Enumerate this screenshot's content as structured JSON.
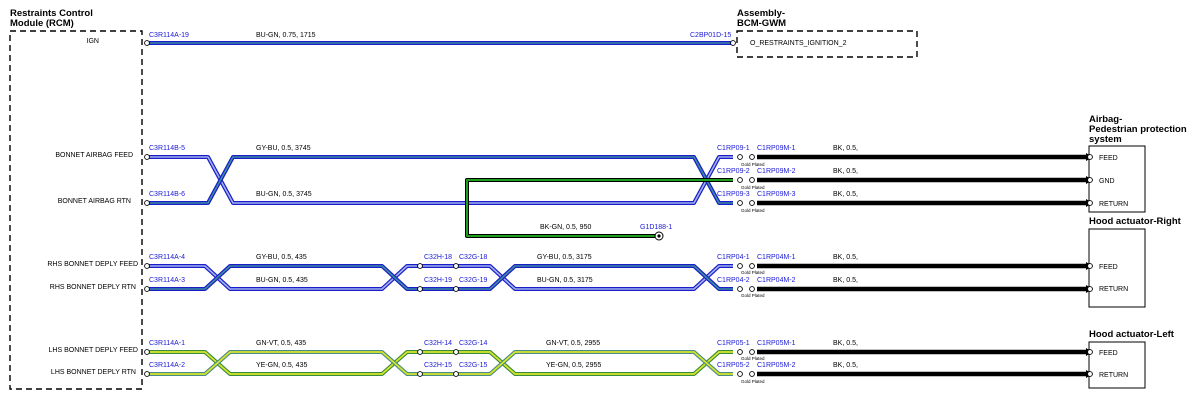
{
  "colors": {
    "blue": "#1c1cc8",
    "teal": "#3a8aa0",
    "green": "#1ea01e",
    "lime": "#d8e828",
    "blackwire": "#000000",
    "pinblue": "#1a1ad6"
  },
  "modules": {
    "rcm_title_1": "Restraints Control",
    "rcm_title_2": "Module (RCM)",
    "bcm_title_1": "Assembly-",
    "bcm_title_2": "BCM-GWM",
    "bcm_pin_label": "O_RESTRAINTS_IGNITION_2",
    "airbag_title_1": "Airbag-",
    "airbag_title_2": "Pedestrian protection",
    "airbag_title_3": "system",
    "hood_right_title": "Hood actuator-Right",
    "hood_left_title": "Hood actuator-Left"
  },
  "rcm_pins": {
    "ign": "IGN",
    "bonnet_feed": "BONNET AIRBAG FEED",
    "bonnet_rtn": "BONNET AIRBAG RTN",
    "rhs_feed": "RHS BONNET DEPLY FEED",
    "rhs_rtn": "RHS BONNET DEPLY RTN",
    "lhs_feed": "LHS BONNET DEPLY FEED",
    "lhs_rtn": "LHS BONNET DEPLY RTN"
  },
  "actuator_pins": {
    "feed": "FEED",
    "gnd": "GND",
    "return": "RETURN"
  },
  "connectors": {
    "c_ign": "C3R114A-19",
    "c_bcm": "C2BP01D-15",
    "c_b5": "C3R114B-5",
    "c_b6": "C3R114B-6",
    "c_a4": "C3R114A-4",
    "c_a3": "C3R114A-3",
    "c_a1": "C3R114A-1",
    "c_a2": "C3R114A-2",
    "c_h18": "C32H-18",
    "c_g18": "C32G-18",
    "c_h19": "C32H-19",
    "c_g19": "C32G-19",
    "c_h14": "C32H-14",
    "c_g14": "C32G-14",
    "c_h15": "C32H-15",
    "c_g15": "C32G-15",
    "c_rp09_1": "C1RP09-1",
    "c_rp09m_1": "C1RP09M-1",
    "c_rp09_2": "C1RP09-2",
    "c_rp09m_2": "C1RP09M-2",
    "c_rp09_3": "C1RP09-3",
    "c_rp09m_3": "C1RP09M-3",
    "c_rp04_1": "C1RP04-1",
    "c_rp04m_1": "C1RP04M-1",
    "c_rp04_2": "C1RP04-2",
    "c_rp04m_2": "C1RP04M-2",
    "c_rp05_1": "C1RP05-1",
    "c_rp05m_1": "C1RP05M-1",
    "c_rp05_2": "C1RP05-2",
    "c_rp05m_2": "C1RP05M-2",
    "c_g1d": "G1D188-1"
  },
  "wires": {
    "w_ign": "BU-GN,  0.75,  1715",
    "w_bonnet_top": "GY-BU,  0.5,  3745",
    "w_bonnet_bot": "BU-GN,  0.5,  3745",
    "w_ground": "BK-GN,  0.5,  950",
    "w_rhs_top_a": "GY-BU,  0.5,  435",
    "w_rhs_bot_a": "BU-GN,  0.5,  435",
    "w_rhs_top_b": "GY-BU,  0.5,  3175",
    "w_rhs_bot_b": "BU-GN,  0.5,  3175",
    "w_lhs_top_a": "GN-VT,  0.5,  435",
    "w_lhs_bot_a": "YE-GN,  0.5,  435",
    "w_lhs_top_b": "GN-VT,  0.5,  2955",
    "w_lhs_bot_b": "YE-GN,  0.5,  2955",
    "w_bk": "BK,  0.5,"
  },
  "notes": {
    "gold": "Gold Plated"
  }
}
